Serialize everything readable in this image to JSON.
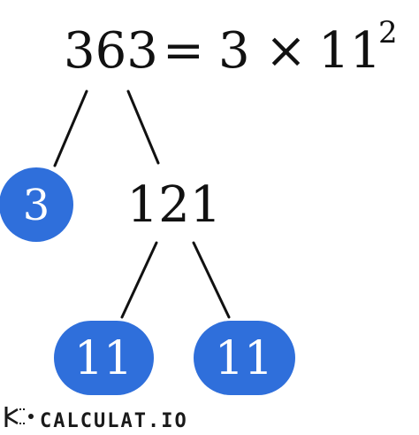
{
  "equation": {
    "number": "363",
    "equals": "=",
    "factor": "3",
    "times": "×",
    "base": "11",
    "exponent": "2"
  },
  "tree": {
    "leaf_prime_3": "3",
    "intermediate": "121",
    "leaf_prime_11_left": "11",
    "leaf_prime_11_right": "11"
  },
  "brand": {
    "name": "CALCULAT.IO"
  },
  "colors": {
    "node_fill": "#2f6fdb",
    "node_text": "#ffffff",
    "ink": "#111111"
  }
}
